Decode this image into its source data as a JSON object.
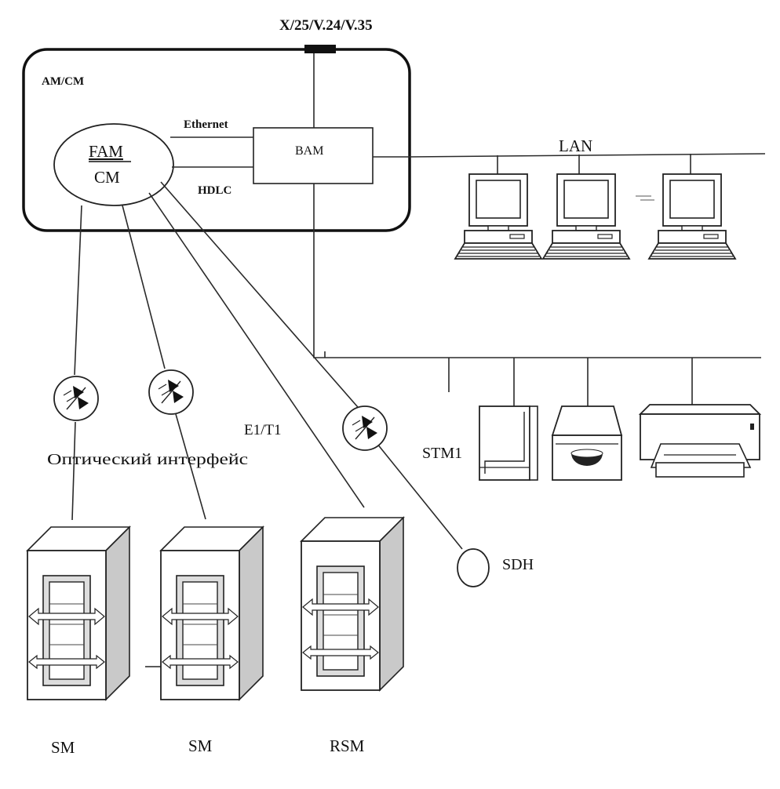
{
  "labels": {
    "interface": "X/25/V.24/V.35",
    "am_cm": "AM/CM",
    "ethernet": "Ethernet",
    "bam": "BAM",
    "hdlc": "HDLC",
    "fam": "FAM",
    "cm": "CM",
    "lan": "LAN",
    "e1t1": "E1/T1",
    "optical": "Оптический интерфейс",
    "stm1": "STM1",
    "sdh": "SDH",
    "sm_1": "SM",
    "sm_2": "SM",
    "rsm": "RSM"
  },
  "icons": {
    "workstation": "workstation-icon",
    "optical_converter": "optical-converter-icon",
    "module_cabinet": "module-cabinet-icon",
    "tape_drive": "tape-drive-icon",
    "disk_drive": "disk-drive-icon",
    "printer": "printer-icon"
  }
}
